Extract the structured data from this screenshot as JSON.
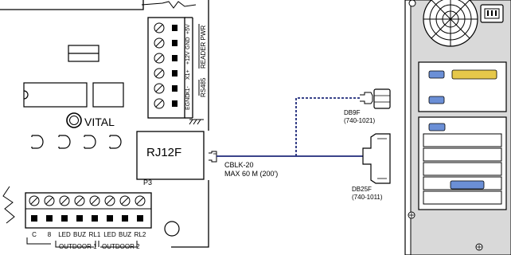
{
  "board": {
    "vital_label": "VITAL",
    "rj12f_label": "RJ12F",
    "p3_label": "P3"
  },
  "right_terminal": {
    "rs485_group": "RS485",
    "reader_pwr_group": "READER PWR",
    "pins": [
      "EGND",
      "X1-",
      "X1+",
      "+12V",
      "GND",
      "+5V"
    ]
  },
  "bottom_terminal": {
    "pins": [
      "C",
      "8",
      "LED",
      "BUZ",
      "RL1",
      "LED",
      "BUZ",
      "RL2"
    ],
    "outdoor1": "OUTDOOR 1",
    "outdoor2": "OUTDOOR 2"
  },
  "cable": {
    "name": "CBLK-20",
    "max_length": "MAX 60 M (200')"
  },
  "connectors": {
    "db9f": {
      "name": "DB9F",
      "part": "(740-1021)"
    },
    "db25f": {
      "name": "DB25F",
      "part": "(740-1011)"
    }
  },
  "colors": {
    "line": "#000000",
    "cable": "#1f2a7a",
    "port_blue": "#6b8fd6",
    "panel_gray": "#d9d9d9"
  }
}
